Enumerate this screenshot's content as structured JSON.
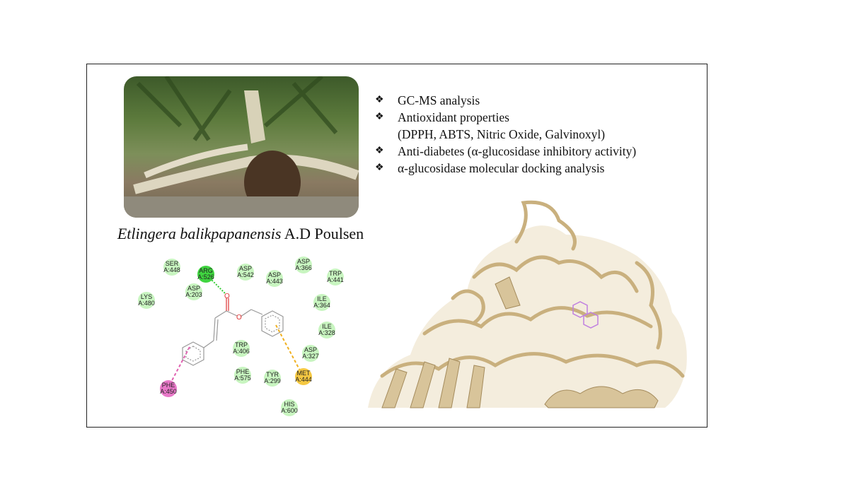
{
  "caption": {
    "italic": "Etlingera balikpapanensis",
    "rest": " A.D Poulsen"
  },
  "bullets": [
    {
      "text": "GC-MS analysis"
    },
    {
      "text": "Antioxidant properties",
      "sub": "(DPPH, ABTS, Nitric Oxide, Galvinoxyl)"
    },
    {
      "text": "Anti-diabetes (α-glucosidase inhibitory activity)"
    },
    {
      "text": "α-glucosidase molecular docking analysis"
    }
  ],
  "bullet_symbol": "❖",
  "residues": [
    {
      "name": "SER",
      "id": "A:448",
      "type": "vdw"
    },
    {
      "name": "ARG",
      "id": "A:526",
      "type": "hbond"
    },
    {
      "name": "ASP",
      "id": "A:542",
      "type": "vdw"
    },
    {
      "name": "ASP",
      "id": "A:443",
      "type": "vdw"
    },
    {
      "name": "ASP",
      "id": "A:366",
      "type": "vdw"
    },
    {
      "name": "TRP",
      "id": "A:441",
      "type": "vdw"
    },
    {
      "name": "ASP",
      "id": "A:203",
      "type": "vdw"
    },
    {
      "name": "LYS",
      "id": "A:480",
      "type": "vdw"
    },
    {
      "name": "ILE",
      "id": "A:364",
      "type": "vdw"
    },
    {
      "name": "ILE",
      "id": "A:328",
      "type": "vdw"
    },
    {
      "name": "TRP",
      "id": "A:406",
      "type": "vdw"
    },
    {
      "name": "ASP",
      "id": "A:327",
      "type": "vdw"
    },
    {
      "name": "PHE",
      "id": "A:575",
      "type": "vdw"
    },
    {
      "name": "TYR",
      "id": "A:299",
      "type": "vdw"
    },
    {
      "name": "MET",
      "id": "A:444",
      "type": "pi-sulfur"
    },
    {
      "name": "PHE",
      "id": "A:450",
      "type": "pi-pi"
    },
    {
      "name": "HIS",
      "id": "A:600",
      "type": "vdw"
    }
  ],
  "colors": {
    "vdw": "#c8f5c0",
    "hbond": "#3fd43f",
    "pi-sulfur": "#f5c842",
    "pi-pi": "#e878c8",
    "ribbon": "#d8c49a"
  }
}
